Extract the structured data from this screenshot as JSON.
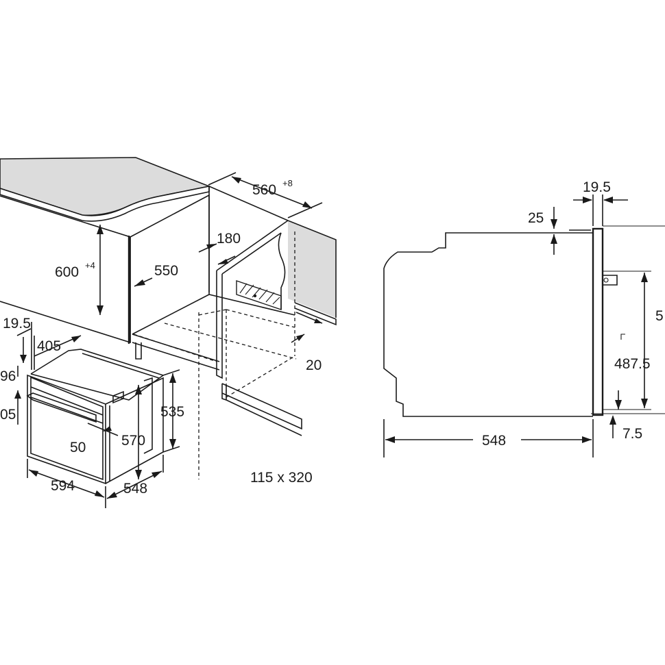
{
  "colors": {
    "line": "#1a1a1a",
    "countertop": "#dcdcdc",
    "background": "#ffffff"
  },
  "left_view": {
    "niche_height": "600",
    "niche_height_tol": "+4",
    "niche_width": "560",
    "niche_width_tol": "+8",
    "niche_depth": "550",
    "vent_depth": "180",
    "bottom_gap": "20",
    "vent_size": "115 x 320",
    "top_offset": "19.5",
    "top_depth": "405",
    "side_96": "96",
    "side_05": "05",
    "handle_offset": "50",
    "oven_height": "570",
    "body_height": "535",
    "oven_width": "594",
    "oven_depth": "548"
  },
  "right_view": {
    "front_thickness": "19.5",
    "top_step": "25",
    "body_depth": "548",
    "height_partial": "5",
    "inner_height": "487.5",
    "bottom_offset": "7.5"
  }
}
